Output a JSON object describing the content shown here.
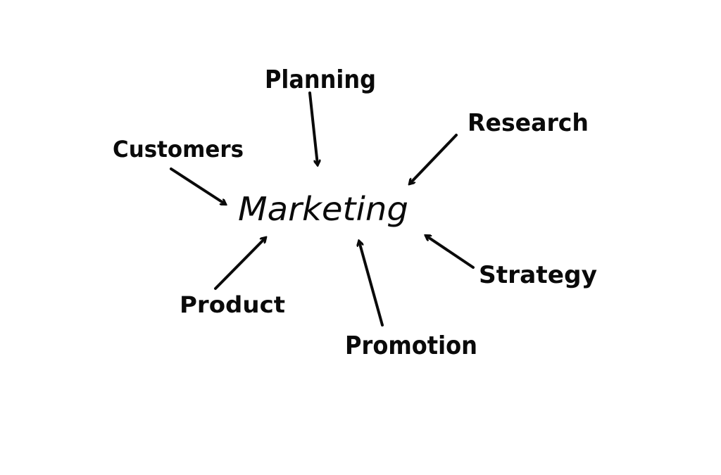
{
  "diagram": {
    "center": "Marketing",
    "nodes": [
      {
        "id": "planning",
        "label": "Planning"
      },
      {
        "id": "research",
        "label": "Research"
      },
      {
        "id": "customers",
        "label": "Customers"
      },
      {
        "id": "strategy",
        "label": "Strategy"
      },
      {
        "id": "product",
        "label": "Product"
      },
      {
        "id": "promotion",
        "label": "Promotion"
      }
    ],
    "edges": [
      {
        "from": "planning",
        "to": "Marketing"
      },
      {
        "from": "research",
        "to": "Marketing"
      },
      {
        "from": "customers",
        "to": "Marketing"
      },
      {
        "from": "strategy",
        "to": "Marketing"
      },
      {
        "from": "product",
        "to": "Marketing"
      },
      {
        "from": "promotion",
        "to": "Marketing"
      }
    ],
    "ink_color": "#0a0a0a",
    "background": "#ffffff"
  }
}
